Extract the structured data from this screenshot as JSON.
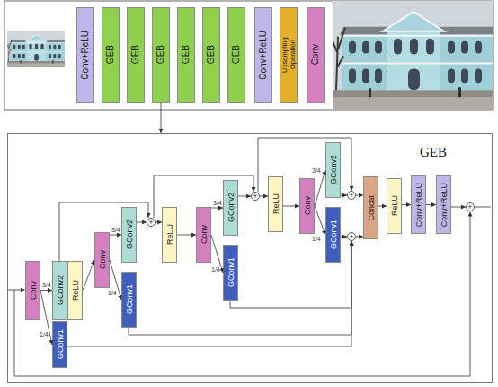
{
  "diagram": {
    "nodes": [
      {
        "text": [
          "Conv+ReLU"
        ]
      },
      {
        "text": [
          "GEB"
        ]
      },
      {
        "text": [
          "GEB"
        ]
      },
      {
        "text": [
          "GEB"
        ]
      },
      {
        "text": [
          "GEB"
        ]
      },
      {
        "text": [
          "GEB"
        ]
      },
      {
        "text": [
          "GEB"
        ]
      },
      {
        "text": [
          "Conv+ReLU"
        ]
      },
      {
        "text": [
          "Upsampling Operation"
        ]
      },
      {
        "text": [
          "Conv"
        ]
      },
      {
        "text": [
          "GEB"
        ]
      },
      {
        "text": [
          "Conv"
        ],
        "in": 10
      },
      {
        "text": [
          "GConv2"
        ],
        "in": 10
      },
      {
        "text": [
          "ReLU"
        ],
        "in": 10
      },
      {
        "text": [
          "GConv1"
        ],
        "in": 10
      },
      {
        "text": [
          "Conv"
        ],
        "in": 10
      },
      {
        "text": [
          "GConv2"
        ],
        "in": 10
      },
      {
        "text": [
          "GConv1"
        ],
        "in": 10
      },
      {
        "text": [
          "+"
        ],
        "in": 10
      },
      {
        "text": [
          "ReLU"
        ],
        "in": 10
      },
      {
        "text": [
          "Conv"
        ],
        "in": 10
      },
      {
        "text": [
          "GConv2"
        ],
        "in": 10
      },
      {
        "text": [
          "GConv1"
        ],
        "in": 10
      },
      {
        "text": [
          "+"
        ],
        "in": 10
      },
      {
        "text": [
          "ReLU"
        ],
        "in": 10
      },
      {
        "text": [
          "Conv"
        ],
        "in": 10
      },
      {
        "text": [
          "GConv2"
        ],
        "in": 10
      },
      {
        "text": [
          "GConv1"
        ],
        "in": 10
      },
      {
        "text": [
          "+"
        ],
        "in": 10
      },
      {
        "text": [
          "+"
        ],
        "in": 10
      },
      {
        "text": [
          "Concat"
        ],
        "in": 10
      },
      {
        "text": [
          "ReLU"
        ],
        "in": 10
      },
      {
        "text": [
          "Conv+ReLU"
        ],
        "in": 10
      },
      {
        "text": [
          "Conv+ReLU"
        ],
        "in": 10
      },
      {
        "text": [
          "+"
        ],
        "in": 10
      }
    ],
    "edges": [
      {
        "from": 3,
        "to": 10,
        "arrow": "to"
      },
      {
        "from": 11,
        "to": 12,
        "arrow": "to"
      },
      {
        "from": 11,
        "to": 14,
        "arrow": "to"
      },
      {
        "from": 12,
        "to": 18,
        "arrow": "to"
      },
      {
        "from": 13,
        "to": 15,
        "arrow": "to"
      },
      {
        "from": 15,
        "to": 16,
        "arrow": "to"
      },
      {
        "from": 15,
        "to": 17,
        "arrow": "to"
      },
      {
        "from": 16,
        "to": 18,
        "arrow": "to"
      },
      {
        "from": 18,
        "to": 19,
        "arrow": "to"
      },
      {
        "from": 19,
        "to": 20,
        "arrow": "to"
      },
      {
        "from": 18,
        "to": 23,
        "arrow": "to"
      },
      {
        "from": 20,
        "to": 21,
        "arrow": "to"
      },
      {
        "from": 20,
        "to": 22,
        "arrow": "to"
      },
      {
        "from": 21,
        "to": 23,
        "arrow": "to"
      },
      {
        "from": 23,
        "to": 24,
        "arrow": "to"
      },
      {
        "from": 24,
        "to": 25,
        "arrow": "to"
      },
      {
        "from": 23,
        "to": 28,
        "arrow": "to"
      },
      {
        "from": 25,
        "to": 26,
        "arrow": "to"
      },
      {
        "from": 25,
        "to": 27,
        "arrow": "to"
      },
      {
        "from": 26,
        "to": 28,
        "arrow": "to"
      },
      {
        "from": 27,
        "to": 29,
        "arrow": "to"
      },
      {
        "from": 14,
        "to": 29,
        "arrow": "to"
      },
      {
        "from": 17,
        "to": 29,
        "arrow": "to"
      },
      {
        "from": 22,
        "to": 29,
        "arrow": "to"
      },
      {
        "from": 28,
        "to": 30,
        "arrow": "to"
      },
      {
        "from": 29,
        "to": 30,
        "arrow": "to"
      },
      {
        "from": 30,
        "to": 31,
        "arrow": "to"
      },
      {
        "from": 31,
        "to": 32,
        "arrow": "to"
      },
      {
        "from": 32,
        "to": 33,
        "arrow": "to"
      },
      {
        "from": 33,
        "to": 34,
        "arrow": "to"
      }
    ],
    "labels": [
      "3/4",
      "1/4",
      "3/4",
      "1/4",
      "3/4",
      "1/4",
      "3/4",
      "1/4"
    ]
  }
}
